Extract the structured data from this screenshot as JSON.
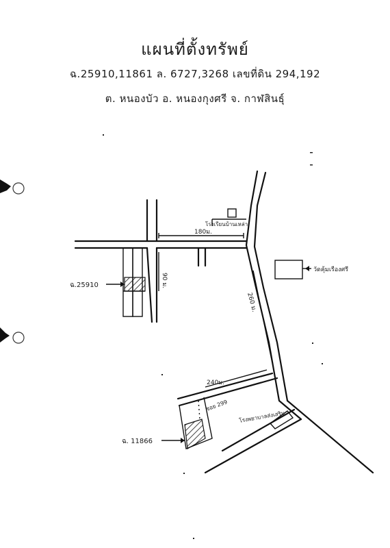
{
  "header": {
    "title": "แผนที่ตั้งทรัพย์",
    "line1": "ฉ.25910,11861   ล. 6727,3268  เลขที่ดิน  294,192",
    "line2": "ต. หนองบัว    อ. หนองกุงศรี    จ. กาฬสินธุ์"
  },
  "map": {
    "labels": {
      "school": "โรงเรียนบ้านเหล่า",
      "temple": "วัดคุ้มเรืองศรี",
      "hospital": "โรงพยาบาลส่งเสริม",
      "plot1": "ฉ.25910",
      "plot2": "ฉ. 11866",
      "small_road": "ซอย 299",
      "dist_180": "180ม.",
      "dist_90": "90 ม.",
      "dist_260": "260 ม.",
      "dist_240": "240ม."
    }
  }
}
